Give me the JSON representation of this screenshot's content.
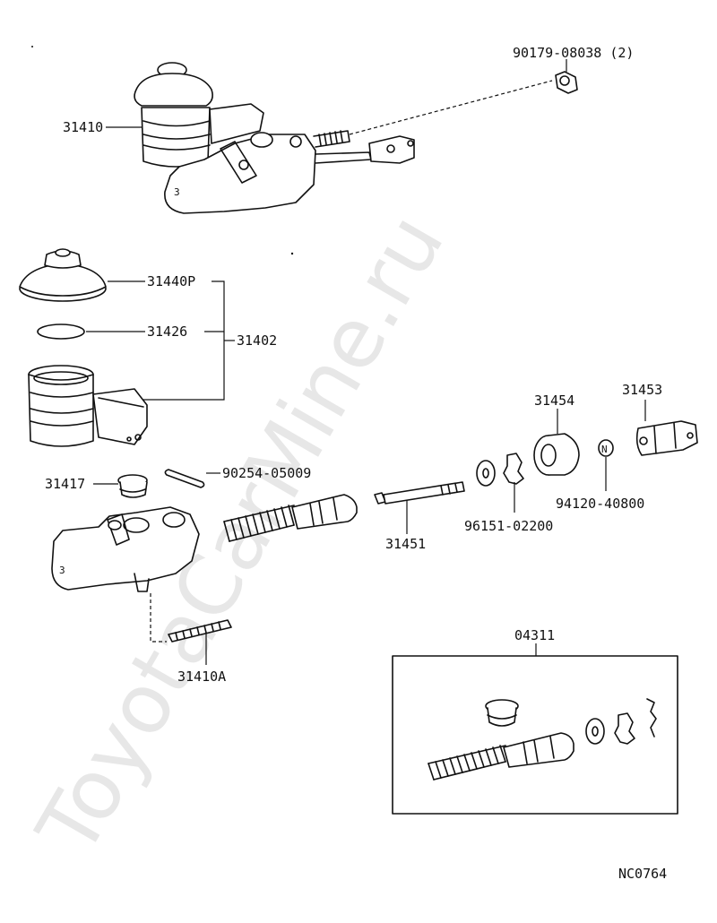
{
  "watermark": "ToyotaCarMine.ru",
  "diagram_code": "NC0764",
  "labels": {
    "p31410": "31410",
    "p90179": "90179-08038 (2)",
    "p31440P": "31440P",
    "p31426": "31426",
    "p31402": "31402",
    "p31417": "31417",
    "p90254": "90254-05009",
    "p31454": "31454",
    "p31453": "31453",
    "p31451": "31451",
    "p96151": "96151-02200",
    "p94120": "94120-40800",
    "p31410A": "31410A",
    "p04311": "04311"
  },
  "body_marks": {
    "port_3": "3",
    "port_3b": "3",
    "n_mark": "N"
  }
}
